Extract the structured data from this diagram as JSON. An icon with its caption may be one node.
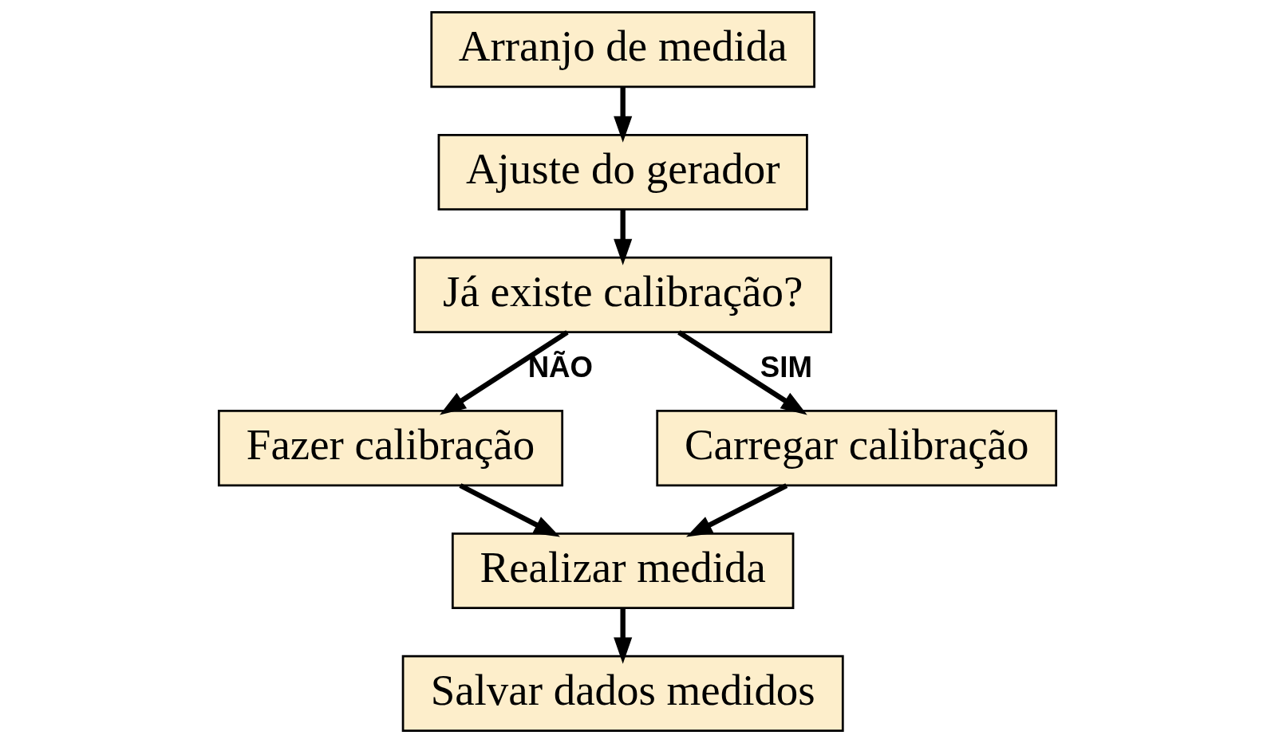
{
  "diagram": {
    "nodes": [
      {
        "text": [
          "Arranjo de medida"
        ]
      },
      {
        "text": [
          "Ajuste do gerador"
        ]
      },
      {
        "text": [
          "Já existe calibração?"
        ]
      },
      {
        "text": [
          "Fazer calibração"
        ]
      },
      {
        "text": [
          "Carregar calibração"
        ]
      },
      {
        "text": [
          "Realizar medida"
        ]
      },
      {
        "text": [
          "Salvar dados medidos"
        ]
      }
    ],
    "edges": [
      {
        "from": 0,
        "to": 1,
        "arrow": "to"
      },
      {
        "from": 1,
        "to": 2,
        "arrow": "to"
      },
      {
        "from": 2,
        "to": 3,
        "arrow": "to",
        "label": "NÃO"
      },
      {
        "from": 2,
        "to": 4,
        "arrow": "to",
        "label": "SIM"
      },
      {
        "from": 3,
        "to": 5,
        "arrow": "to"
      },
      {
        "from": 4,
        "to": 5,
        "arrow": "to"
      },
      {
        "from": 5,
        "to": 6,
        "arrow": "to"
      }
    ]
  }
}
